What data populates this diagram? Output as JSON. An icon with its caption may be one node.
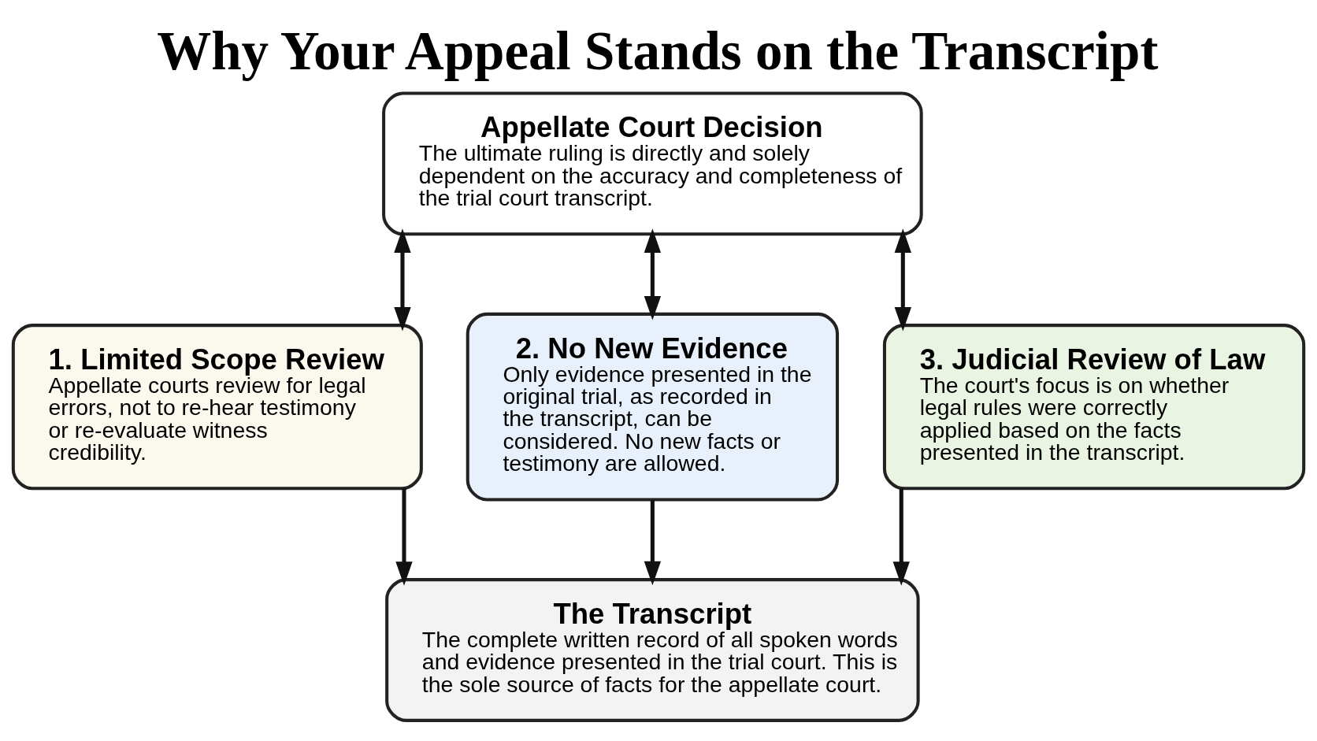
{
  "diagram": {
    "title": "Why Your Appeal Stands on the Transcript",
    "nodes": [
      {
        "text": [
          "Appellate Court Decision",
          "The ultimate ruling is directly and solely dependent on the accuracy and completeness of the trial court transcript."
        ]
      },
      {
        "text": [
          "1. Limited Scope Review",
          "Appellate courts review for legal errors, not to re-hear testimony or re-evaluate witness credibility."
        ]
      },
      {
        "text": [
          "2. No New Evidence",
          "Only evidence presented in the original trial, as recorded in the transcript, can be considered. No new facts or testimony are allowed."
        ]
      },
      {
        "text": [
          "3. Judicial Review of Law",
          "The court's focus is on whether legal rules were correctly applied based on the facts presented in the transcript."
        ]
      },
      {
        "text": [
          "The Transcript",
          "The complete written record of all spoken words and evidence presented in the trial court. This is the sole source of facts for the appellate court."
        ]
      }
    ],
    "edges": [
      {
        "from": 0,
        "to": 1,
        "arrow": "both"
      },
      {
        "from": 0,
        "to": 2,
        "arrow": "both"
      },
      {
        "from": 0,
        "to": 3,
        "arrow": "both"
      },
      {
        "from": 1,
        "to": 4,
        "arrow": "to"
      },
      {
        "from": 2,
        "to": 4,
        "arrow": "to"
      },
      {
        "from": 3,
        "to": 4,
        "arrow": "to"
      }
    ]
  }
}
